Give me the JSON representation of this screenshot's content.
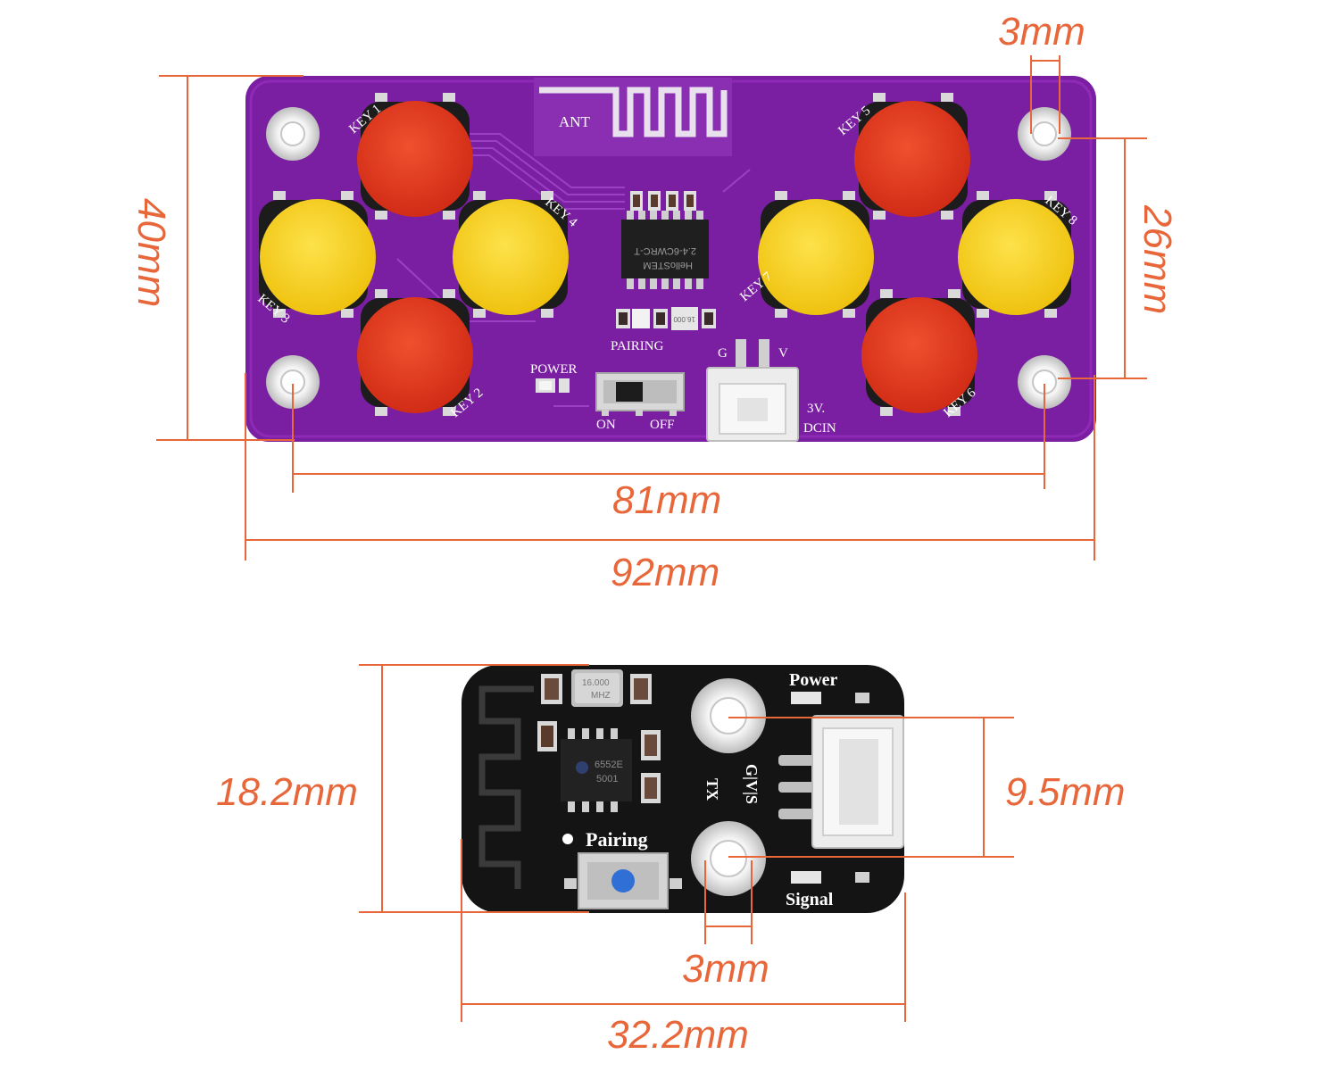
{
  "colors": {
    "dimension_line": "#e8673a",
    "controller_pcb": "#7b1fa2",
    "receiver_pcb": "#141414",
    "key_red": "#e63a1f",
    "key_yellow": "#f7d21c"
  },
  "controller": {
    "dims": {
      "hole_diameter": "3mm",
      "height": "40mm",
      "hole_pitch_v": "26mm",
      "hole_pitch_h": "81mm",
      "width": "92mm"
    },
    "labels": {
      "ant": "ANT",
      "power": "POWER",
      "pairing": "PAIRING",
      "on": "ON",
      "off": "OFF",
      "g": "G",
      "v": "V",
      "v3": "3V.",
      "dcin": "DCIN",
      "chip": "HelloSTEM",
      "chip_part": "2.4-6CWRC-T",
      "crystal": "16.000"
    },
    "keys": [
      "KEY 1",
      "KEY 2",
      "KEY 3",
      "KEY 4",
      "KEY 5",
      "KEY 6",
      "KEY 7",
      "KEY 8"
    ]
  },
  "receiver": {
    "dims": {
      "height": "18.2mm",
      "hole_pitch": "9.5mm",
      "hole_diameter": "3mm",
      "width": "32.2mm"
    },
    "labels": {
      "power": "Power",
      "signal": "Signal",
      "pairing": "Pairing",
      "tx": "TX",
      "pins": "G|V|S",
      "crystal": "16.000",
      "crystal_unit": "MHZ",
      "chip": "6552E",
      "chip_code": "5001"
    }
  }
}
